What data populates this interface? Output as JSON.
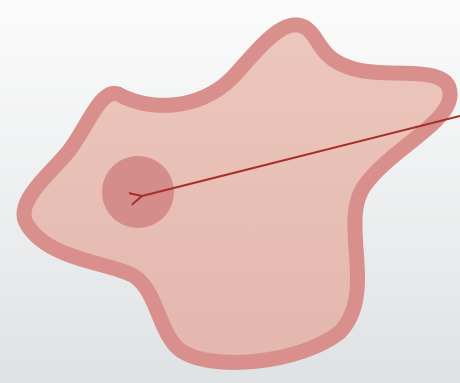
{
  "diagram": {
    "elements": [
      {
        "kind": "blob",
        "name": "irregular-region"
      },
      {
        "kind": "circle",
        "name": "target-spot"
      },
      {
        "kind": "arrow",
        "name": "pointer-arrow"
      }
    ],
    "colors": {
      "blob_fill": "#e8c0b8",
      "blob_stroke": "#d98f8c",
      "spot_fill": "#cf7f80",
      "arrow": "#a82e2a"
    }
  }
}
